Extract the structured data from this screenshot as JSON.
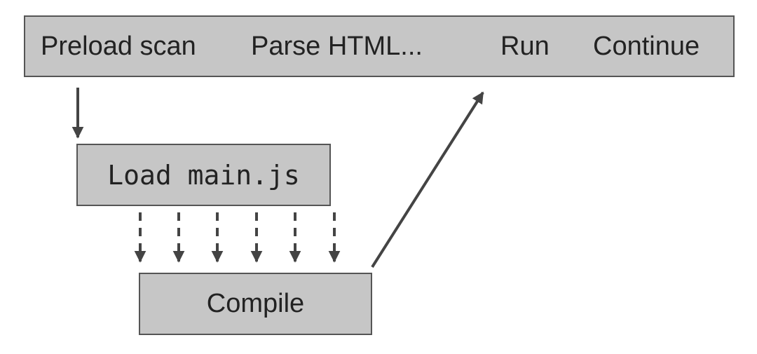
{
  "timeline": {
    "segments": [
      {
        "label": "Preload scan"
      },
      {
        "label": "Parse HTML..."
      },
      {
        "label": "Run"
      },
      {
        "label": "Continue"
      }
    ]
  },
  "load_step": {
    "label": "Load main.js"
  },
  "compile_step": {
    "label": "Compile"
  },
  "colors": {
    "box_fill": "#c6c6c6",
    "box_border": "#555555",
    "arrow": "#444444",
    "text": "#222222"
  }
}
